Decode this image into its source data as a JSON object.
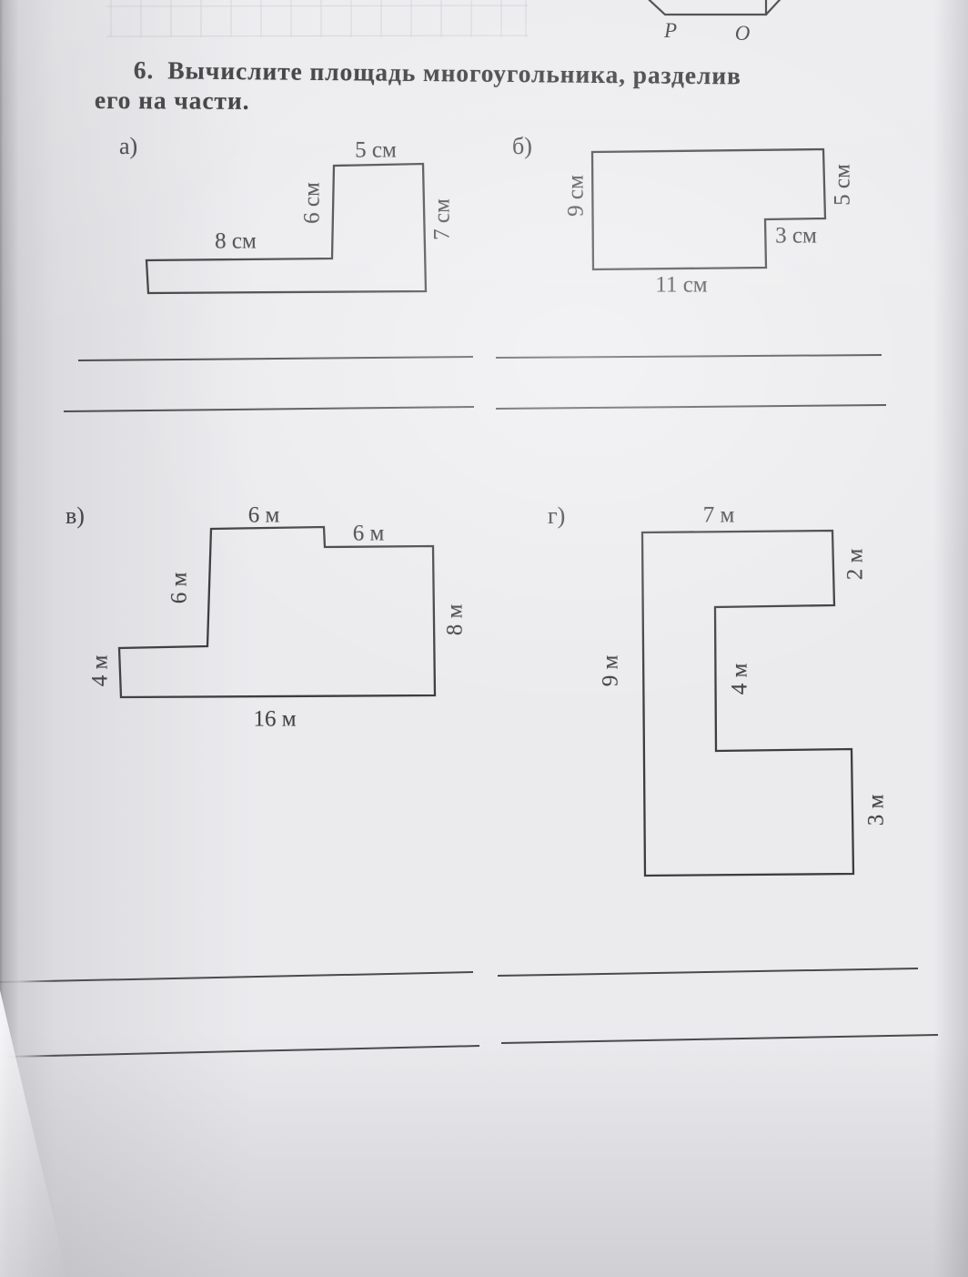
{
  "prev_figure": {
    "p": "P",
    "o": "O"
  },
  "problem": {
    "number": "6.",
    "line1": "Вычислите площадь многоугольника, разделив",
    "line2": "его на части."
  },
  "figures": {
    "a": {
      "label": "а)",
      "top": "5 см",
      "inner": "6 см",
      "arm": "8 см",
      "right": "7 см"
    },
    "b": {
      "label": "б)",
      "left": "9 см",
      "right": "5 см",
      "step": "3 см",
      "bottom": "11 см"
    },
    "v": {
      "label": "в)",
      "top1": "6 м",
      "top2": "6 м",
      "inner": "6 м",
      "left": "4 м",
      "right": "8 м",
      "bottom": "16 м"
    },
    "g": {
      "label": "г)",
      "top": "7 м",
      "right_top": "2 м",
      "left": "9 м",
      "inner": "4 м",
      "right_bottom": "3 м"
    }
  },
  "colors": {
    "ink": "#3d3d40",
    "paper": "#ebebee",
    "answer_line": "#4a4a4d"
  }
}
